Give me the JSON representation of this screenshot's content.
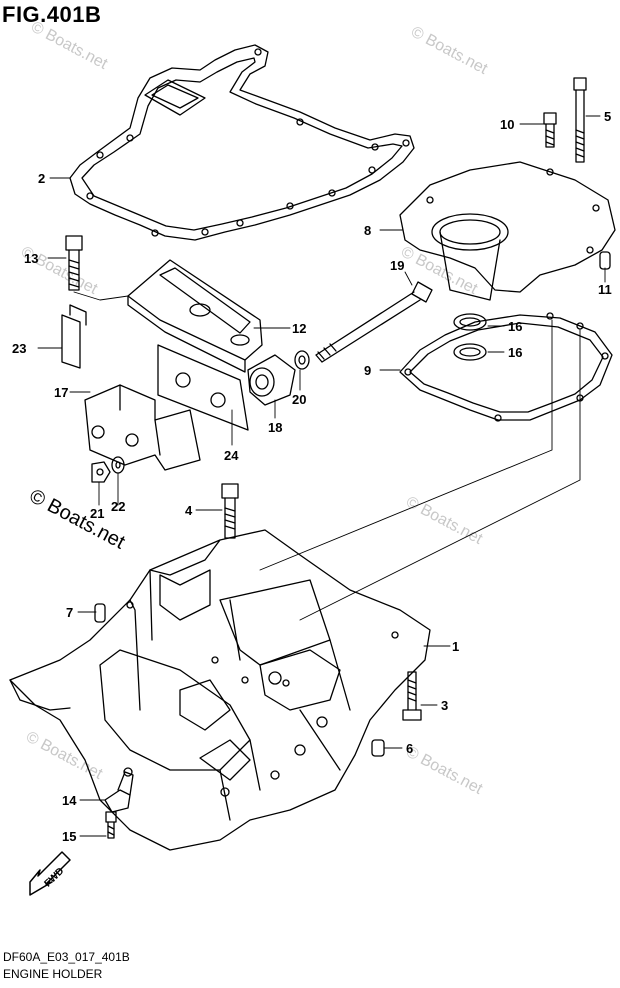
{
  "figure": {
    "title": "FIG.401B",
    "code": "DF60A_E03_017_401B",
    "name": "ENGINE HOLDER"
  },
  "watermark": {
    "text": "© Boats.net"
  },
  "fwd_label": "FWD",
  "callouts": [
    "1",
    "2",
    "3",
    "4",
    "5",
    "6",
    "7",
    "8",
    "9",
    "10",
    "11",
    "12",
    "13",
    "14",
    "15",
    "16",
    "16",
    "17",
    "18",
    "19",
    "20",
    "21",
    "22",
    "23",
    "24"
  ]
}
